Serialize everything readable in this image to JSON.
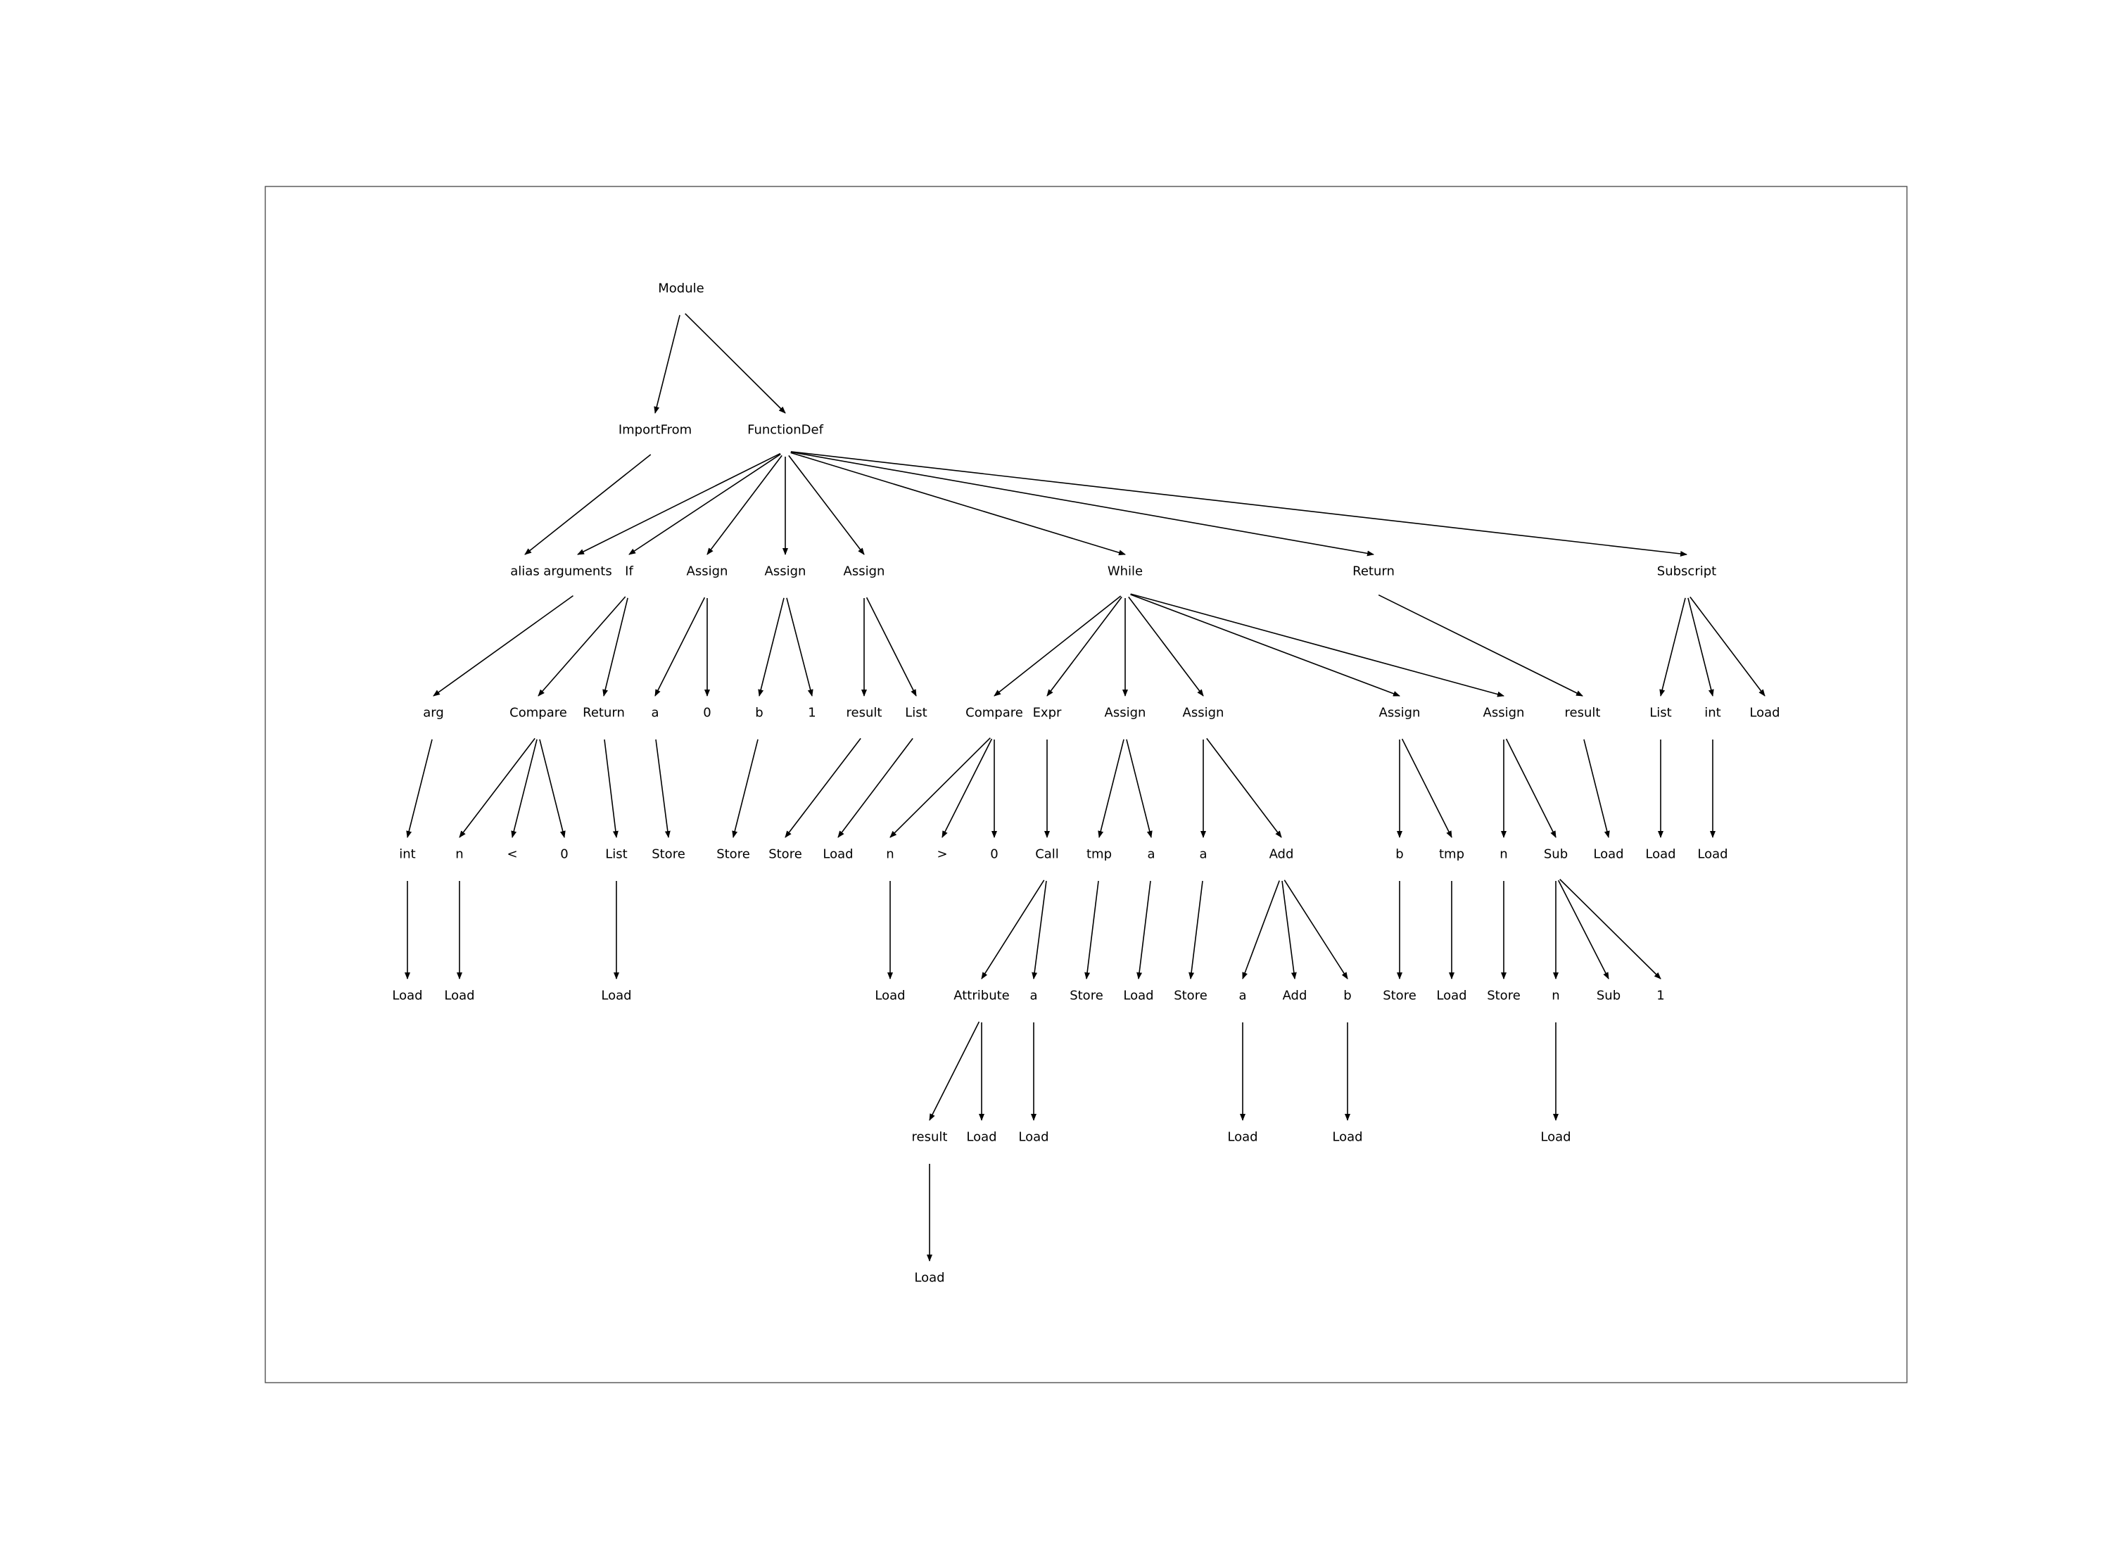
{
  "diagram": {
    "type": "tree",
    "nodes": [
      {
        "id": "module",
        "label": "Module",
        "parent": null
      },
      {
        "id": "importfrom",
        "label": "ImportFrom",
        "parent": "module"
      },
      {
        "id": "functiondef",
        "label": "FunctionDef",
        "parent": "module"
      },
      {
        "id": "alias",
        "label": "alias",
        "parent": "importfrom"
      },
      {
        "id": "arguments",
        "label": "arguments",
        "parent": "functiondef"
      },
      {
        "id": "if",
        "label": "If",
        "parent": "functiondef"
      },
      {
        "id": "assign1",
        "label": "Assign",
        "parent": "functiondef"
      },
      {
        "id": "assign2",
        "label": "Assign",
        "parent": "functiondef"
      },
      {
        "id": "assign3",
        "label": "Assign",
        "parent": "functiondef"
      },
      {
        "id": "while",
        "label": "While",
        "parent": "functiondef"
      },
      {
        "id": "return2",
        "label": "Return",
        "parent": "functiondef"
      },
      {
        "id": "subscript",
        "label": "Subscript",
        "parent": "functiondef"
      },
      {
        "id": "arg",
        "label": "arg",
        "parent": "arguments"
      },
      {
        "id": "compare1",
        "label": "Compare",
        "parent": "if"
      },
      {
        "id": "return1",
        "label": "Return",
        "parent": "if"
      },
      {
        "id": "a1",
        "label": "a",
        "parent": "assign1"
      },
      {
        "id": "zero1",
        "label": "0",
        "parent": "assign1"
      },
      {
        "id": "b1",
        "label": "b",
        "parent": "assign2"
      },
      {
        "id": "one1",
        "label": "1",
        "parent": "assign2"
      },
      {
        "id": "result1",
        "label": "result",
        "parent": "assign3"
      },
      {
        "id": "list1",
        "label": "List",
        "parent": "assign3"
      },
      {
        "id": "compare2",
        "label": "Compare",
        "parent": "while"
      },
      {
        "id": "expr",
        "label": "Expr",
        "parent": "while"
      },
      {
        "id": "assign4",
        "label": "Assign",
        "parent": "while"
      },
      {
        "id": "assign5",
        "label": "Assign",
        "parent": "while"
      },
      {
        "id": "assign6",
        "label": "Assign",
        "parent": "while"
      },
      {
        "id": "assign7",
        "label": "Assign",
        "parent": "while"
      },
      {
        "id": "result2",
        "label": "result",
        "parent": "return2"
      },
      {
        "id": "list3",
        "label": "List",
        "parent": "subscript"
      },
      {
        "id": "int2",
        "label": "int",
        "parent": "subscript"
      },
      {
        "id": "load_sub",
        "label": "Load",
        "parent": "subscript"
      },
      {
        "id": "int1",
        "label": "int",
        "parent": "arg"
      },
      {
        "id": "n1",
        "label": "n",
        "parent": "compare1"
      },
      {
        "id": "lt",
        "label": "<",
        "parent": "compare1"
      },
      {
        "id": "zero2",
        "label": "0",
        "parent": "compare1"
      },
      {
        "id": "list2",
        "label": "List",
        "parent": "return1"
      },
      {
        "id": "store_a1",
        "label": "Store",
        "parent": "a1"
      },
      {
        "id": "store_b1",
        "label": "Store",
        "parent": "b1"
      },
      {
        "id": "store_result1",
        "label": "Store",
        "parent": "result1"
      },
      {
        "id": "load_list1",
        "label": "Load",
        "parent": "list1"
      },
      {
        "id": "n2",
        "label": "n",
        "parent": "compare2"
      },
      {
        "id": "gt",
        "label": ">",
        "parent": "compare2"
      },
      {
        "id": "zero3",
        "label": "0",
        "parent": "compare2"
      },
      {
        "id": "call",
        "label": "Call",
        "parent": "expr"
      },
      {
        "id": "tmp1",
        "label": "tmp",
        "parent": "assign4"
      },
      {
        "id": "a2",
        "label": "a",
        "parent": "assign4"
      },
      {
        "id": "a3",
        "label": "a",
        "parent": "assign5"
      },
      {
        "id": "add1",
        "label": "Add",
        "parent": "assign5"
      },
      {
        "id": "b2",
        "label": "b",
        "parent": "assign6"
      },
      {
        "id": "tmp2",
        "label": "tmp",
        "parent": "assign6"
      },
      {
        "id": "n3",
        "label": "n",
        "parent": "assign7"
      },
      {
        "id": "sub1",
        "label": "Sub",
        "parent": "assign7"
      },
      {
        "id": "load_result2",
        "label": "Load",
        "parent": "result2"
      },
      {
        "id": "load_list3",
        "label": "Load",
        "parent": "list3"
      },
      {
        "id": "load_int2",
        "label": "Load",
        "parent": "int2"
      },
      {
        "id": "load_int1",
        "label": "Load",
        "parent": "int1"
      },
      {
        "id": "load_n1",
        "label": "Load",
        "parent": "n1"
      },
      {
        "id": "load_list2",
        "label": "Load",
        "parent": "list2"
      },
      {
        "id": "load_n2",
        "label": "Load",
        "parent": "n2"
      },
      {
        "id": "attribute",
        "label": "Attribute",
        "parent": "call"
      },
      {
        "id": "a_call",
        "label": "a",
        "parent": "call"
      },
      {
        "id": "store_tmp1",
        "label": "Store",
        "parent": "tmp1"
      },
      {
        "id": "load_a2",
        "label": "Load",
        "parent": "a2"
      },
      {
        "id": "store_a3",
        "label": "Store",
        "parent": "a3"
      },
      {
        "id": "a4",
        "label": "a",
        "parent": "add1"
      },
      {
        "id": "add2",
        "label": "Add",
        "parent": "add1"
      },
      {
        "id": "b3",
        "label": "b",
        "parent": "add1"
      },
      {
        "id": "store_b2",
        "label": "Store",
        "parent": "b2"
      },
      {
        "id": "load_tmp2",
        "label": "Load",
        "parent": "tmp2"
      },
      {
        "id": "store_n3",
        "label": "Store",
        "parent": "n3"
      },
      {
        "id": "n4",
        "label": "n",
        "parent": "sub1"
      },
      {
        "id": "sub2",
        "label": "Sub",
        "parent": "sub1"
      },
      {
        "id": "one2",
        "label": "1",
        "parent": "sub1"
      },
      {
        "id": "result3",
        "label": "result",
        "parent": "attribute"
      },
      {
        "id": "load_attr",
        "label": "Load",
        "parent": "attribute"
      },
      {
        "id": "load_a_call",
        "label": "Load",
        "parent": "a_call"
      },
      {
        "id": "load_a4",
        "label": "Load",
        "parent": "a4"
      },
      {
        "id": "load_b3",
        "label": "Load",
        "parent": "b3"
      },
      {
        "id": "load_n4",
        "label": "Load",
        "parent": "n4"
      },
      {
        "id": "load_result3",
        "label": "Load",
        "parent": "result3"
      }
    ]
  }
}
